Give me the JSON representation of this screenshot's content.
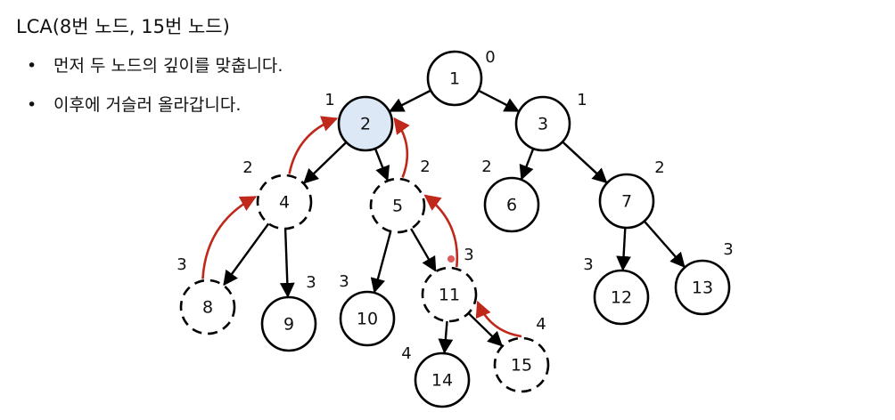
{
  "title": "LCA(8번 노드, 15번 노드)",
  "bullets": [
    "먼저 두 노드의 깊이를 맞춥니다.",
    "이후에 거슬러 올라갑니다."
  ],
  "colors": {
    "node_stroke": "#000000",
    "highlight_fill": "#dde8f6",
    "climb_arrow": "#c0281b",
    "marker_dot": "#e05a5a"
  },
  "tree": {
    "nodes": [
      {
        "id": 1,
        "label": "1",
        "depth": "0",
        "style": "solid"
      },
      {
        "id": 2,
        "label": "2",
        "depth": "1",
        "style": "highlight"
      },
      {
        "id": 3,
        "label": "3",
        "depth": "1",
        "style": "solid"
      },
      {
        "id": 4,
        "label": "4",
        "depth": "2",
        "style": "dashed"
      },
      {
        "id": 5,
        "label": "5",
        "depth": "2",
        "style": "dashed"
      },
      {
        "id": 6,
        "label": "6",
        "depth": "2",
        "style": "solid"
      },
      {
        "id": 7,
        "label": "7",
        "depth": "2",
        "style": "solid"
      },
      {
        "id": 8,
        "label": "8",
        "depth": "3",
        "style": "dashed"
      },
      {
        "id": 9,
        "label": "9",
        "depth": "3",
        "style": "solid"
      },
      {
        "id": 10,
        "label": "10",
        "depth": "3",
        "style": "solid"
      },
      {
        "id": 11,
        "label": "11",
        "depth": "3",
        "style": "dashed"
      },
      {
        "id": 12,
        "label": "12",
        "depth": "3",
        "style": "solid"
      },
      {
        "id": 13,
        "label": "13",
        "depth": "3",
        "style": "solid"
      },
      {
        "id": 14,
        "label": "14",
        "depth": "4",
        "style": "solid"
      },
      {
        "id": 15,
        "label": "15",
        "depth": "4",
        "style": "dashed"
      }
    ],
    "edges": [
      {
        "from": 1,
        "to": 2
      },
      {
        "from": 1,
        "to": 3
      },
      {
        "from": 2,
        "to": 4
      },
      {
        "from": 2,
        "to": 5
      },
      {
        "from": 3,
        "to": 6
      },
      {
        "from": 3,
        "to": 7
      },
      {
        "from": 4,
        "to": 8
      },
      {
        "from": 4,
        "to": 9
      },
      {
        "from": 5,
        "to": 10
      },
      {
        "from": 5,
        "to": 11
      },
      {
        "from": 7,
        "to": 12
      },
      {
        "from": 7,
        "to": 13
      },
      {
        "from": 11,
        "to": 14
      },
      {
        "from": 11,
        "to": 15
      }
    ],
    "climb_arrows": [
      {
        "from": 15,
        "to": 11
      },
      {
        "from": 8,
        "to": 4
      },
      {
        "from": 11,
        "to": 5
      },
      {
        "from": 4,
        "to": 2
      },
      {
        "from": 5,
        "to": 2
      }
    ]
  }
}
